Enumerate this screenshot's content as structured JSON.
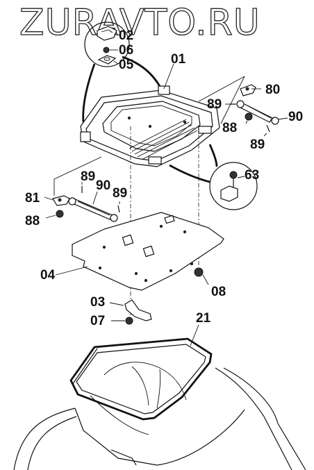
{
  "watermark": "ZURAVTO.RU",
  "part_labels": {
    "p01": "01",
    "p02": "02",
    "p03": "03",
    "p04": "04",
    "p05": "05",
    "p06": "06",
    "p07": "07",
    "p08": "08",
    "p21": "21",
    "p63": "63",
    "p80": "80",
    "p81": "81",
    "p88_left": "88",
    "p88_right": "88",
    "p89_left_a": "89",
    "p89_left_b": "89",
    "p89_right_a": "89",
    "p89_right_b": "89",
    "p90_left": "90",
    "p90_right": "90"
  }
}
